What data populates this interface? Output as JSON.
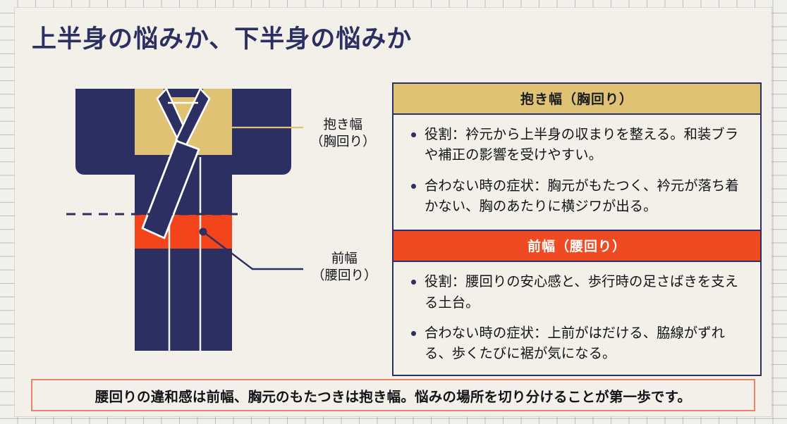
{
  "page": {
    "title": "上半身の悩みか、下半身の悩みか"
  },
  "colors": {
    "navy": "#2b2f62",
    "gold": "#e0c274",
    "red": "#f04a23",
    "cream": "#f2f0e9",
    "banner_border": "#e9836a",
    "grid_line": "#787d96"
  },
  "illustration": {
    "name": "kimono-diagram",
    "callouts": [
      {
        "id": "dakihaba",
        "line1": "抱き幅",
        "line2": "（胸回り）",
        "leader_color": "#e0c274",
        "target": "upper-body-chest-panel"
      },
      {
        "id": "maehaba",
        "line1": "前幅",
        "line2": "（腰回り）",
        "leader_color": "#2b2f62",
        "target": "lower-body-hip-band"
      }
    ],
    "divider": "waist-dashed-line"
  },
  "panels": [
    {
      "id": "dakihaba",
      "header": "抱き幅（胸回り）",
      "header_style": "gold",
      "bullets": [
        "役割：衿元から上半身の収まりを整える。和装ブラや補正の影響を受けやすい。",
        "合わない時の症状：胸元がもたつく、衿元が落ち着かない、胸のあたりに横ジワが出る。"
      ]
    },
    {
      "id": "maehaba",
      "header": "前幅（腰回り）",
      "header_style": "red",
      "bullets": [
        "役割：腰回りの安心感と、歩行時の足さばきを支える土台。",
        "合わない時の症状：上前がはだける、脇線がずれる、歩くたびに裾が気になる。"
      ]
    }
  ],
  "banner": {
    "text": "腰回りの違和感は前幅、胸元のもたつきは抱き幅。悩みの場所を切り分けることが第一歩です。"
  }
}
